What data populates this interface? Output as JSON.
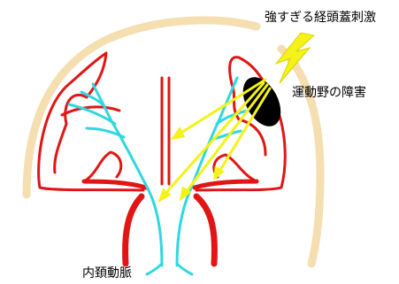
{
  "labels": {
    "stimulation": "強すぎる経頭蓋刺激",
    "lesion": "運動野の障害",
    "carotid": "内頚動脈"
  },
  "colors": {
    "skull": "#f5deb0",
    "artery": "#e11515",
    "vein": "#2fd8e0",
    "lightning": "#f4f218",
    "beam": "#f4f218",
    "lesion": "#000000"
  },
  "icons": {
    "stimulus": "lightning-bolt-icon"
  }
}
